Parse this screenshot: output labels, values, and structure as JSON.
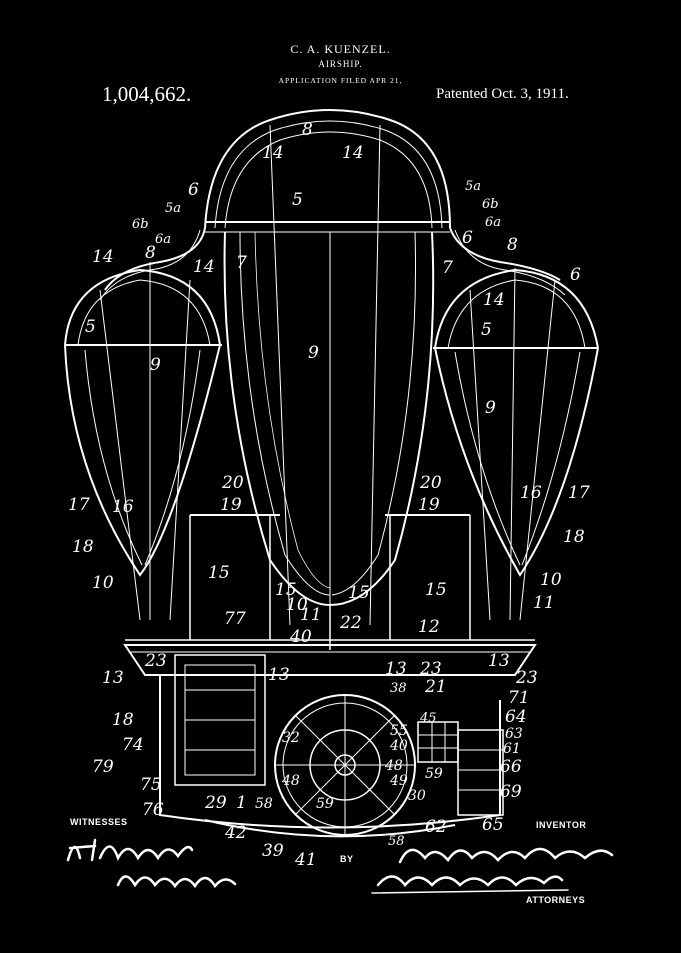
{
  "header": {
    "inventor_name": "C. A. KUENZEL.",
    "title": "AIRSHIP.",
    "filed": "APPLICATION FILED APR 21,",
    "patent_number": "1,004,662.",
    "patent_date": "Patented Oct. 3, 1911."
  },
  "footer": {
    "witnesses_label": "WITNESSES",
    "inventor_label": "INVENTOR",
    "by_label": "BY",
    "attorneys_label": "ATTORNEYS"
  },
  "colors": {
    "background": "#000000",
    "ink": "#ffffff"
  },
  "reference_numerals": [
    "8",
    "14",
    "14",
    "6",
    "5a",
    "6b",
    "6a",
    "5",
    "5a",
    "6b",
    "6a",
    "6",
    "14",
    "8",
    "14",
    "7",
    "7",
    "8",
    "6",
    "14",
    "5",
    "5",
    "9",
    "9",
    "9",
    "17",
    "16",
    "20",
    "19",
    "20",
    "19",
    "16",
    "17",
    "18",
    "18",
    "10",
    "15",
    "15",
    "10",
    "15",
    "15",
    "10",
    "11",
    "11",
    "77",
    "40",
    "22",
    "12",
    "23",
    "13",
    "13",
    "13",
    "23",
    "13",
    "23",
    "38",
    "21",
    "71",
    "45",
    "64",
    "18",
    "74",
    "63",
    "61",
    "79",
    "32",
    "48",
    "55",
    "40",
    "48",
    "49",
    "59",
    "66",
    "75",
    "69",
    "76",
    "29",
    "1",
    "58",
    "59",
    "30",
    "42",
    "62",
    "65",
    "39",
    "41",
    "58"
  ]
}
